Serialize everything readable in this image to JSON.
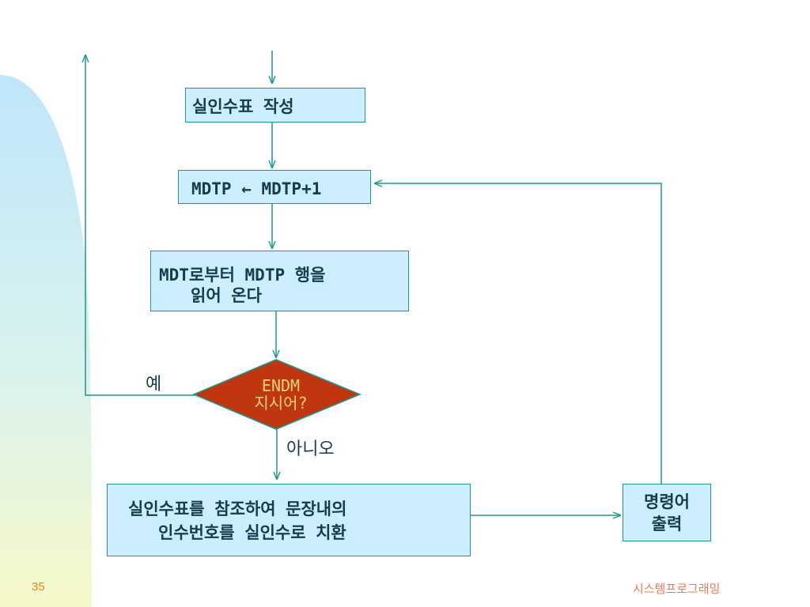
{
  "colors": {
    "box_fill": "#cdeefe",
    "box_border": "#1a9a8e",
    "line": "#1a9a8e",
    "diamond_fill": "#c0360e",
    "diamond_text": "#e8d37a",
    "page_number": "#e8871a",
    "footer_title": "#f07a5a"
  },
  "flowchart": {
    "step1": "실인수표 작성",
    "step2": "MDTP ← MDTP+1",
    "step3": {
      "line1": "MDT로부터 MDTP 행을",
      "line2": "읽어 온다"
    },
    "decision": {
      "line1": "ENDM",
      "line2": "지시어?"
    },
    "yes_label": "예",
    "no_label": "아니오",
    "step4": {
      "line1": "실인수표를 참조하여 문장내의",
      "line2": "인수번호를 실인수로 치환"
    },
    "output": {
      "line1": "명령어",
      "line2": "출력"
    }
  },
  "footer": {
    "page_number": "35",
    "title": "시스템프로그래밍"
  }
}
